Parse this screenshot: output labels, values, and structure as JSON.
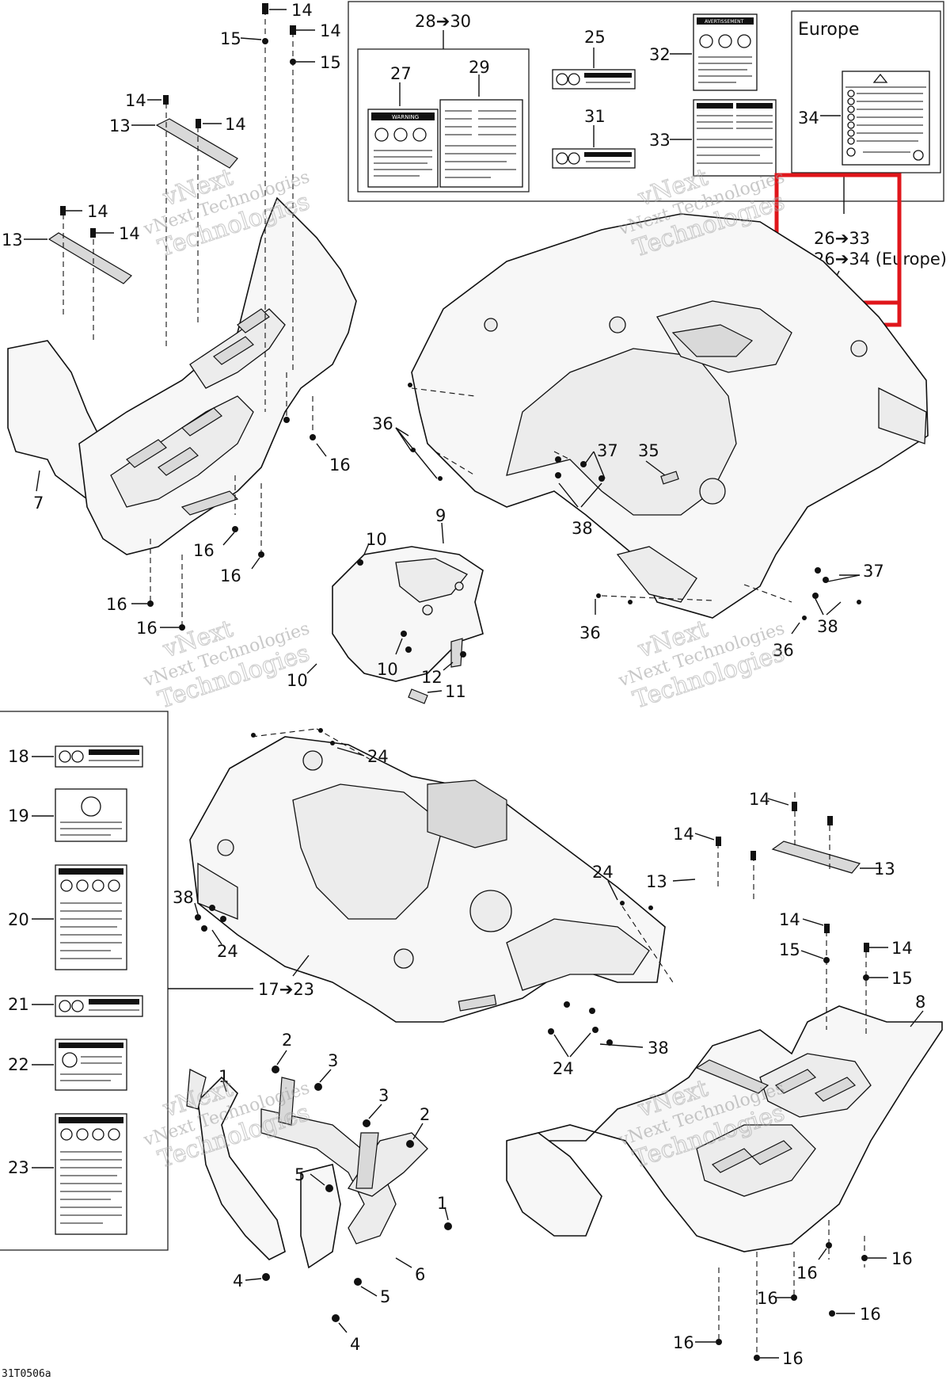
{
  "labels": {
    "europe_title": "Europe",
    "callout_26_33": "26➔33",
    "callout_26_34": "26➔34 (Europe)",
    "callout_28_30": "28➔30",
    "callout_17_23": "17➔23",
    "drawing_code": "31T0506a"
  },
  "part_numbers": [
    "1",
    "2",
    "3",
    "4",
    "5",
    "6",
    "7",
    "8",
    "9",
    "10",
    "11",
    "12",
    "13",
    "14",
    "15",
    "16",
    "18",
    "19",
    "20",
    "21",
    "22",
    "23",
    "24",
    "25",
    "27",
    "29",
    "31",
    "32",
    "33",
    "34",
    "35",
    "36",
    "37",
    "38"
  ],
  "decal_headers": {
    "warning": "WARNING",
    "avertissement": "AVERTISSEMENT"
  },
  "watermark": {
    "line1": "vNext Technologies",
    "line2": "Technologies",
    "line3": "vNext"
  },
  "colors": {
    "highlight": "#e0161b",
    "line": "#111111",
    "watermark": "#9a9a9a"
  }
}
